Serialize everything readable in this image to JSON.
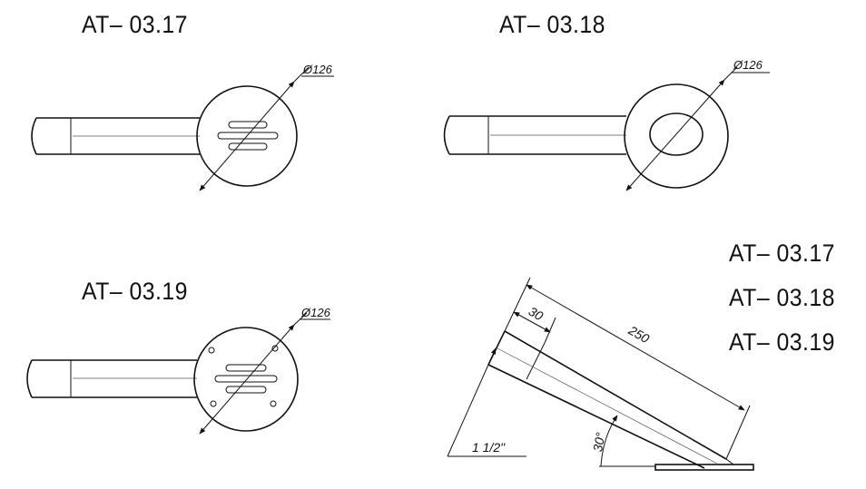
{
  "labels": {
    "top_left": "AT– 03.17",
    "top_right": "AT– 03.18",
    "bottom_left": "AT– 03.19",
    "side_list": [
      "AT– 03.17",
      "AT– 03.18",
      "AT– 03.19"
    ]
  },
  "dimensions": {
    "diameter_a": "Ø126",
    "diameter_b": "Ø126",
    "diameter_c": "Ø126",
    "length": "250",
    "thread_length": "30",
    "angle": "30°",
    "pipe_size": "1 1/2\""
  }
}
